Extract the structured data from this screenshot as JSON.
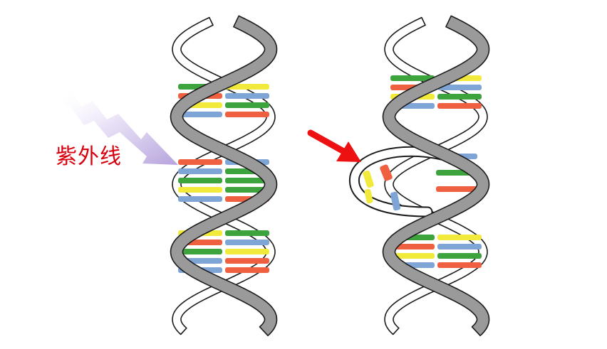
{
  "uv_label": "紫外线",
  "colors": {
    "backbone_fill": "#9a9a9a",
    "backbone_stroke": "#1c1c1c",
    "base_green": "#3da33d",
    "base_yellow": "#f2ea3a",
    "base_red": "#ee6040",
    "base_blue": "#7ea5d6",
    "uv_ray": "#c8b8e6",
    "damage_arrow": "#ee1111"
  },
  "left_helix": {
    "upper_pairs": [
      [
        "green",
        "yellow"
      ],
      [
        "red",
        "blue"
      ],
      [
        "yellow",
        "green"
      ],
      [
        "blue",
        "red"
      ]
    ],
    "middle_pairs": [
      [
        "red",
        "blue"
      ],
      [
        "blue",
        "green"
      ],
      [
        "green",
        "green"
      ],
      [
        "yellow",
        "green"
      ],
      [
        "blue",
        "red"
      ]
    ],
    "lower_pairs": [
      [
        "yellow",
        "green"
      ],
      [
        "red",
        "blue"
      ],
      [
        "green",
        "yellow"
      ],
      [
        "blue",
        "red"
      ],
      [
        "blue",
        "red"
      ]
    ]
  },
  "right_helix": {
    "upper_pairs": [
      [
        "green",
        "yellow"
      ],
      [
        "red",
        "blue"
      ],
      [
        "yellow",
        "green"
      ],
      [
        "blue",
        "red"
      ]
    ],
    "damaged_right": [
      "blue",
      "green",
      "red"
    ],
    "damaged_loose": [
      "yellow",
      "red",
      "yellow",
      "blue"
    ],
    "lower_pairs": [
      [
        "green",
        "yellow"
      ],
      [
        "red",
        "blue"
      ],
      [
        "yellow",
        "green"
      ],
      [
        "blue",
        "red"
      ]
    ]
  }
}
